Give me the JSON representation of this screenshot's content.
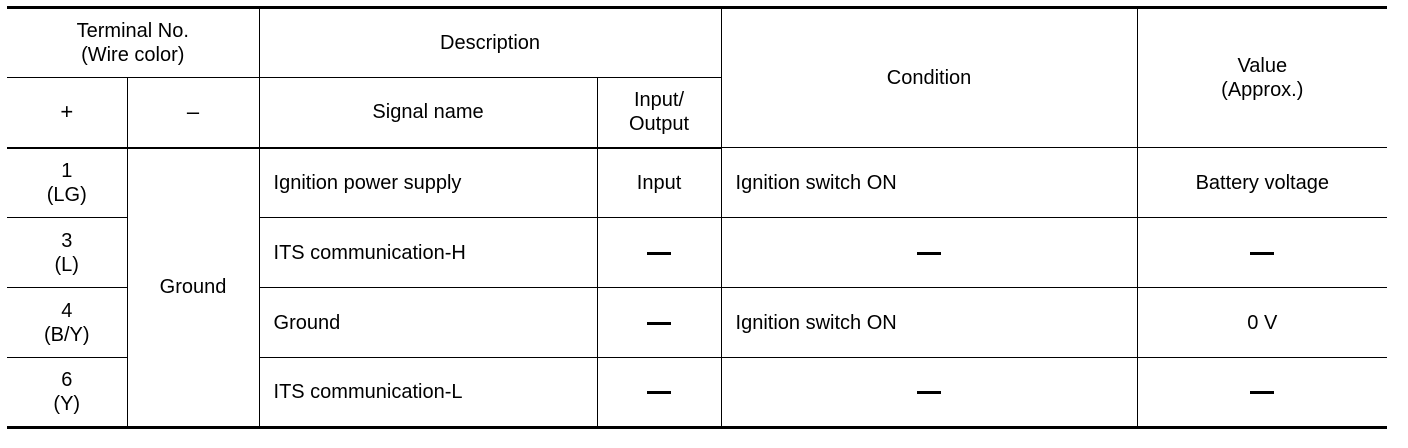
{
  "header": {
    "terminal_no": "Terminal No.",
    "wire_color": "(Wire color)",
    "description": "Description",
    "condition": "Condition",
    "value": "Value",
    "value_approx": "(Approx.)",
    "plus": "+",
    "minus": "–",
    "signal_name": "Signal name",
    "input_output_1": "Input/",
    "input_output_2": "Output"
  },
  "minus_terminal": "Ground",
  "rows": [
    {
      "terminal": "1",
      "wire": "(LG)",
      "signal": "Ignition power supply",
      "io": "Input",
      "condition": "Ignition switch ON",
      "value": "Battery voltage"
    },
    {
      "terminal": "3",
      "wire": "(L)",
      "signal": "ITS communication-H",
      "io": "—",
      "condition": "—",
      "value": "—"
    },
    {
      "terminal": "4",
      "wire": "(B/Y)",
      "signal": "Ground",
      "io": "—",
      "condition": "Ignition switch ON",
      "value": "0 V"
    },
    {
      "terminal": "6",
      "wire": "(Y)",
      "signal": "ITS communication-L",
      "io": "—",
      "condition": "—",
      "value": "—"
    }
  ]
}
